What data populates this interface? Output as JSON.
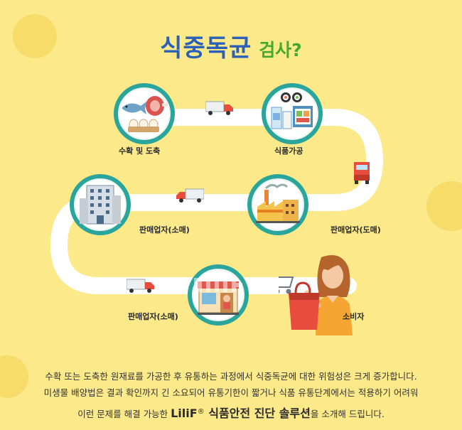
{
  "title": {
    "main": "식중독균",
    "sub": "검사?"
  },
  "stages": [
    {
      "id": "harvest",
      "label": "수확 및 도축",
      "icon": "fish-meat-eggs-icon"
    },
    {
      "id": "processing",
      "label": "식품가공",
      "icon": "processed-food-icon"
    },
    {
      "id": "wholesale",
      "label": "판매업자(도매)",
      "icon": "factory-icon"
    },
    {
      "id": "retail-1",
      "label": "판매업자(소매)",
      "icon": "building-icon"
    },
    {
      "id": "retail-2",
      "label": "판매업자(소매)",
      "icon": "shop-icon"
    },
    {
      "id": "consumer",
      "label": "소비자",
      "icon": "shopper-woman-icon"
    }
  ],
  "description": {
    "line1": "수확 또는 도축한 원재료를 가공한 후 유통하는 과정에서 식중독균에 대한 위험성은 크게 증가합니다.",
    "line2": "미생물 배양법은 결과 확인까지 긴 소요되어 유통기한이 짧거나 식품 유통단계에서는 적용하기 어려워",
    "line3_pre": "이런 문제를 해결 가능한 ",
    "line3_brand": "LiliF",
    "line3_reg": "®",
    "line3_hl": " 식품안전 진단 솔루션",
    "line3_post": "을 소개해 드립니다."
  },
  "colors": {
    "road": "#ffffff",
    "ring": "#2aa59b",
    "title_blue": "#2b5fb8",
    "title_green": "#46a92f",
    "background": "#fbe98a"
  }
}
